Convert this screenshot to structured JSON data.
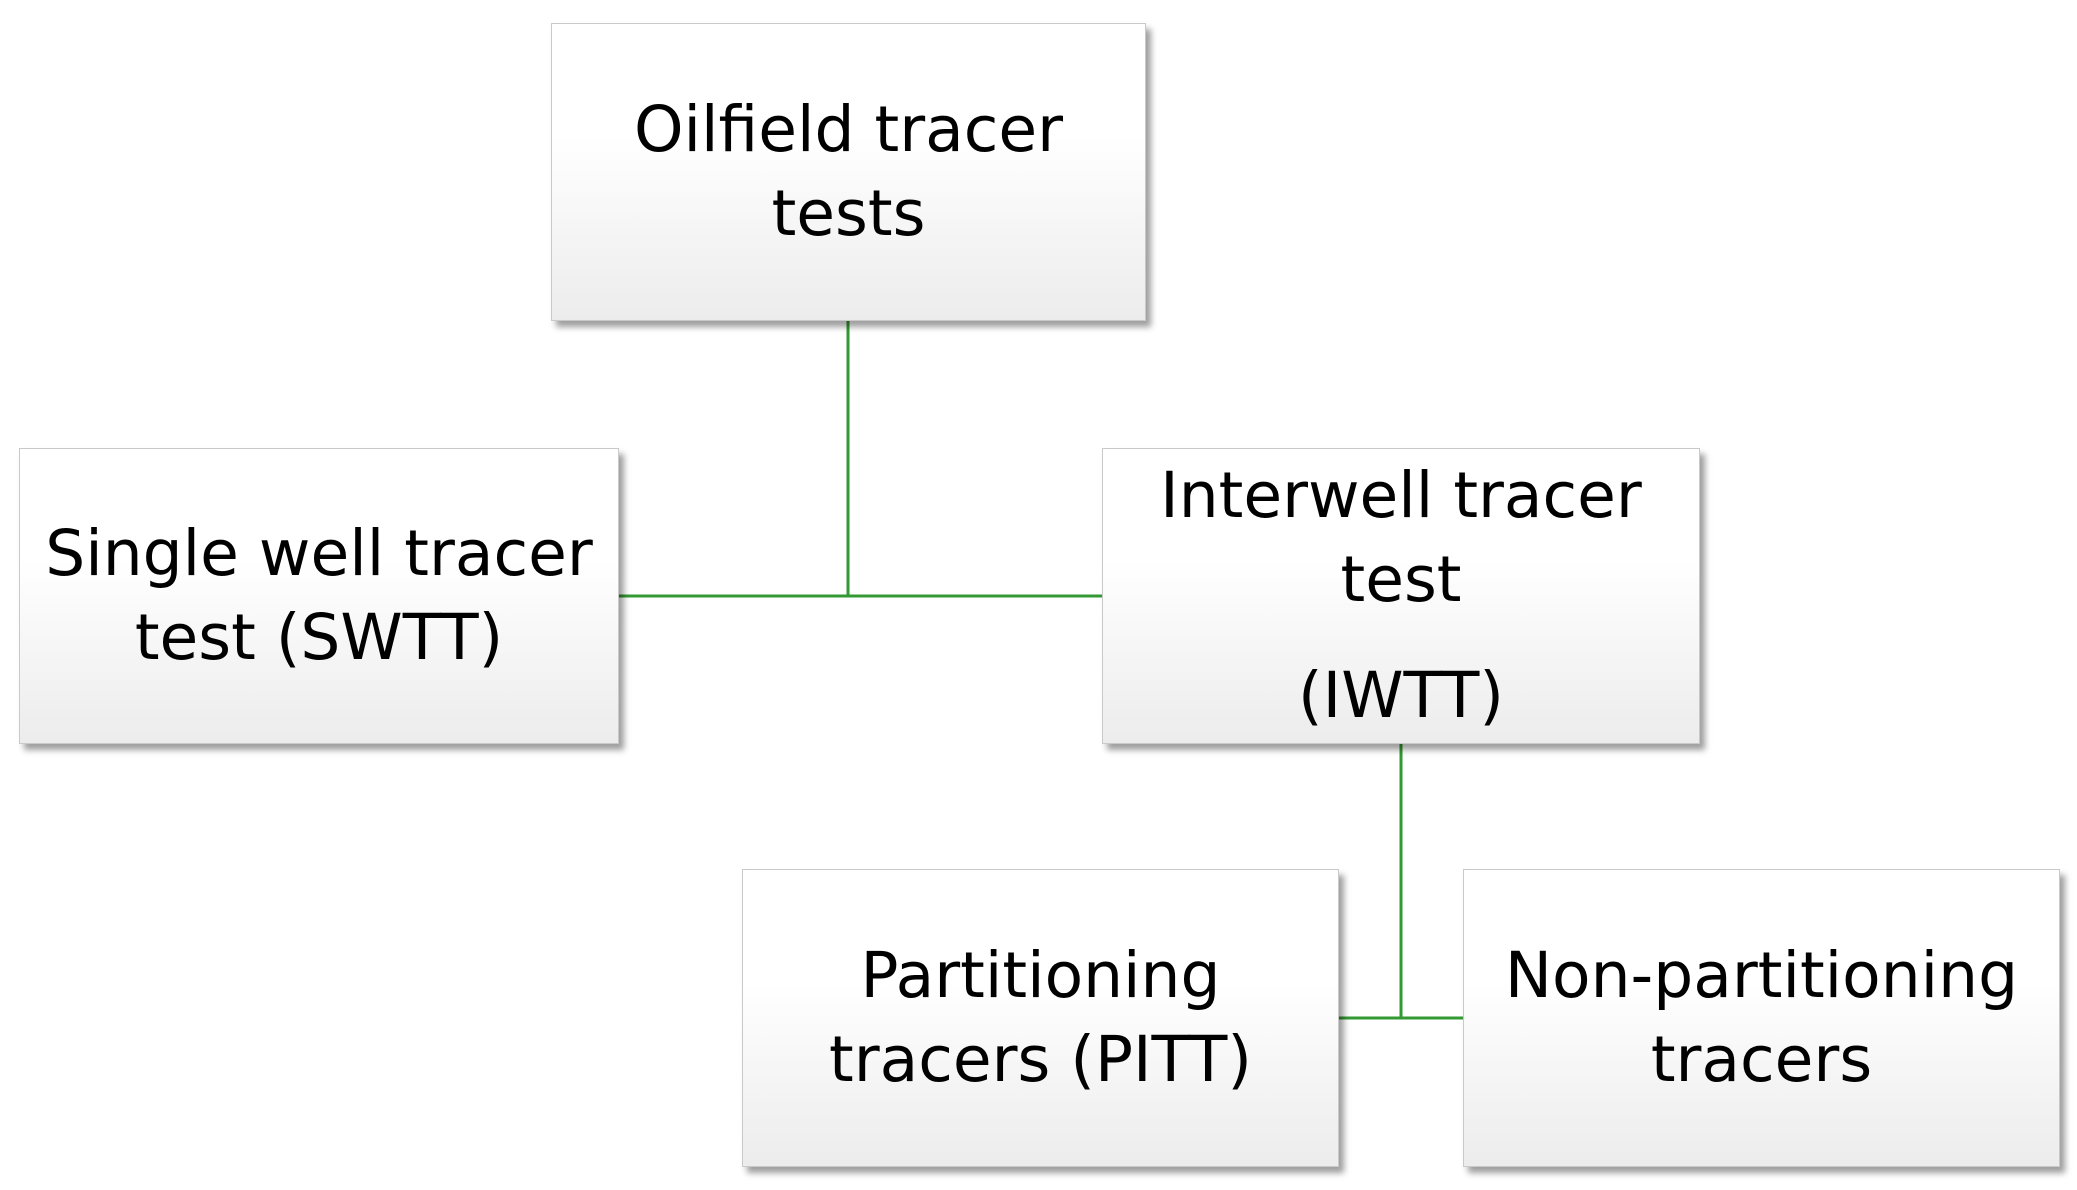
{
  "diagram": {
    "line_color": "#339933",
    "nodes": {
      "root": {
        "line1": "Oilfield tracer",
        "line2": "tests"
      },
      "swtt": {
        "line1": "Single well tracer",
        "line2": "test (SWTT)"
      },
      "iwtt": {
        "line1": "Interwell tracer",
        "line2": "test",
        "line3": "(IWTT)"
      },
      "pitt": {
        "line1": "Partitioning",
        "line2": "tracers (PITT)"
      },
      "non_partitioning": {
        "line1": "Non-partitioning",
        "line2": "tracers"
      }
    },
    "edges": [
      {
        "from": "Oilfield tracer tests",
        "to": "Single well tracer test (SWTT)"
      },
      {
        "from": "Oilfield tracer tests",
        "to": "Interwell tracer test (IWTT)"
      },
      {
        "from": "Interwell tracer test (IWTT)",
        "to": "Partitioning tracers (PITT)"
      },
      {
        "from": "Interwell tracer test (IWTT)",
        "to": "Non-partitioning tracers"
      }
    ]
  }
}
